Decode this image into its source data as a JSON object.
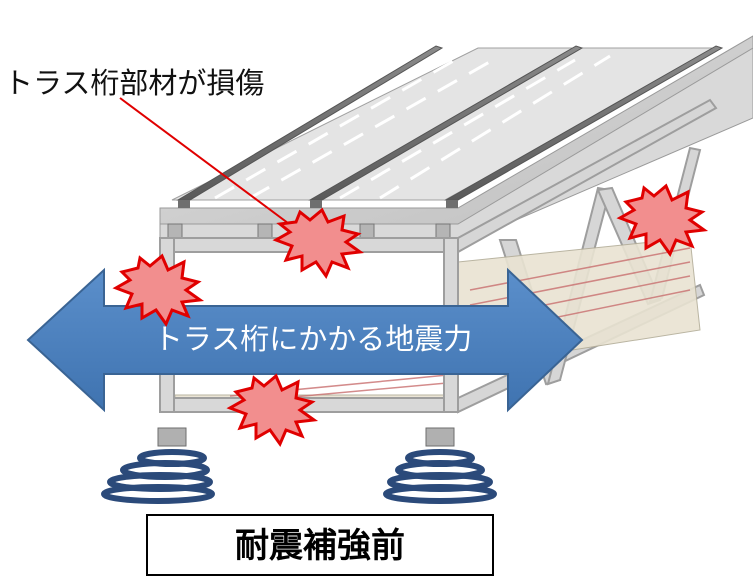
{
  "labels": {
    "damage": "トラス桁部材が損傷",
    "force": "トラス桁にかかる地震力",
    "caption": "耐震補強前"
  },
  "colors": {
    "arrow_fill": "#4f81bd",
    "arrow_stroke": "#3a6494",
    "burst_fill": "#f28e8e",
    "burst_stroke": "#e00000",
    "leader_line": "#e00000",
    "spring": "#2b4a7a",
    "steel": "#c9c9c9",
    "deck_slab": "#d4d4d4"
  }
}
